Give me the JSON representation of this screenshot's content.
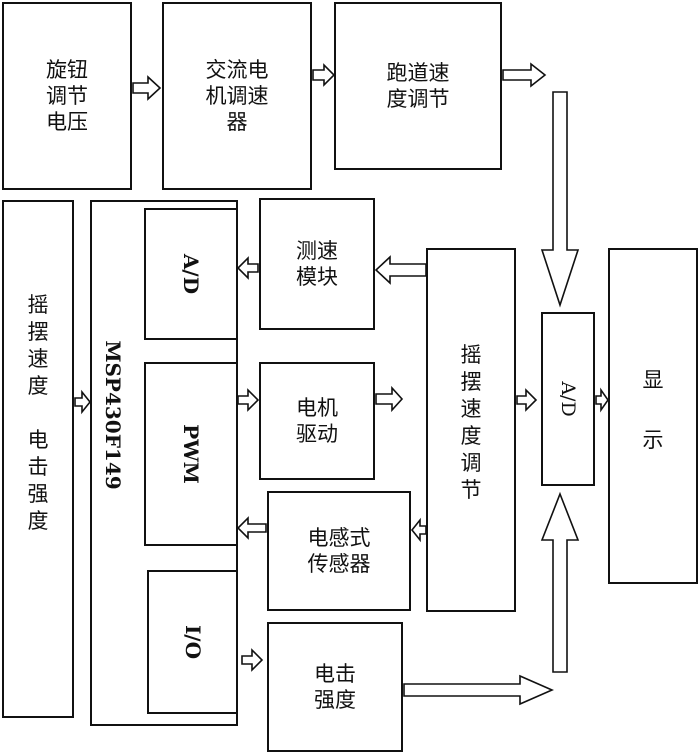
{
  "blocks": {
    "knob": [
      "旋钮",
      "调节",
      "电压"
    ],
    "ac_speed": [
      "交流电",
      "机调速",
      "器"
    ],
    "track_speed": [
      "跑道速",
      "度调节"
    ],
    "left_params": [
      "摇",
      "摆",
      "速",
      "度",
      "",
      "电",
      "击",
      "强",
      "度"
    ],
    "mcu": "MSP430F149",
    "ad_left": "A/D",
    "pwm": "PWM",
    "io": "I/O",
    "speed_module": [
      "测速",
      "模块"
    ],
    "motor_drive": [
      "电机",
      "驱动"
    ],
    "inductive_sensor": [
      "电感式",
      "传感器"
    ],
    "shock_intensity": [
      "电击",
      "强度"
    ],
    "swing_speed": [
      "摇",
      "摆",
      "速",
      "度",
      "调",
      "节"
    ],
    "ad_right": "A/D",
    "display": [
      "显",
      "示"
    ]
  }
}
